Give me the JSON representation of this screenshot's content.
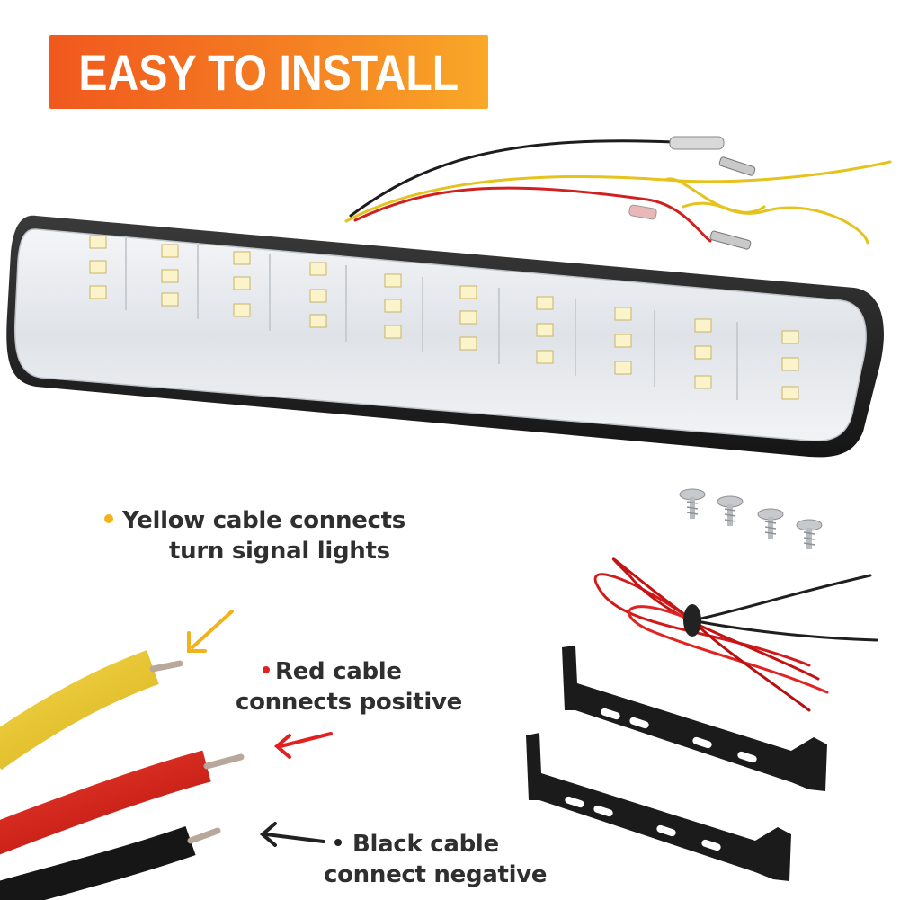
{
  "banner": {
    "label": "EASY TO INSTALL",
    "colors": [
      "#f0581e",
      "#f9a828"
    ]
  },
  "captions": {
    "yellow": {
      "line1": "Yellow cable connects",
      "line2": "turn signal lights",
      "dot_color": "#f2b21d"
    },
    "red": {
      "line1": "Red cable",
      "line2": "connects positive",
      "dot_color": "#e32021"
    },
    "black": {
      "line1": "Black cable",
      "line2": "connect negative",
      "dot_color": "#222222"
    }
  },
  "product": {
    "led_bar_icon": "led-daytime-running-light-bar",
    "accessories": [
      "screw-icon",
      "wire-harness-icon",
      "mounting-bracket-icon"
    ]
  }
}
